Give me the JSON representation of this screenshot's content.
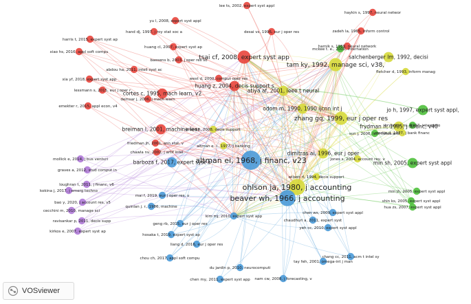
{
  "app": {
    "name": "VOSviewer"
  },
  "colors": {
    "red": "#e8453c",
    "yellow": "#d6d93a",
    "green": "#4fc03c",
    "blue": "#4a9ad8",
    "purple": "#b07ad8",
    "orange": "#f39c33"
  },
  "nodes": [
    {
      "label": "altman ei, 1968, j financ, v23",
      "cluster": "blue",
      "w": 5
    },
    {
      "label": "ohlson ja, 1980, j accounting",
      "cluster": "yellow",
      "w": 4
    },
    {
      "label": "beaver wh, 1966, j accounting",
      "cluster": "blue",
      "w": 4
    },
    {
      "label": "tam ky, 1992, manage sci, v38,",
      "cluster": "yellow",
      "w": 3
    },
    {
      "label": "salchenberger lm, 1992, decisi",
      "cluster": "yellow",
      "w": 2
    },
    {
      "label": "tsai cf, 2008, expert syst app",
      "cluster": "red",
      "w": 3
    },
    {
      "label": "huang z, 2004, decis support s",
      "cluster": "red",
      "w": 2
    },
    {
      "label": "atiya af, 2001, ieee t neural",
      "cluster": "yellow",
      "w": 2
    },
    {
      "label": "odom m, 1990, 1990 ijcnn int j",
      "cluster": "yellow",
      "w": 2
    },
    {
      "label": "zhang gq, 1999, eur j oper res",
      "cluster": "yellow",
      "w": 3
    },
    {
      "label": "jo h, 1997, expert syst appl,",
      "cluster": "green",
      "w": 2
    },
    {
      "label": "frydman h, 1985, j financ, v40",
      "cluster": "yellow",
      "w": 2
    },
    {
      "label": "breiman l, 2001, machine lear",
      "cluster": "red",
      "w": 2
    },
    {
      "label": "cortes c, 1995, mach learn, v2",
      "cluster": "red",
      "w": 2
    },
    {
      "label": "friedman jh, 2001, ann stat, v",
      "cluster": "red",
      "w": 1
    },
    {
      "label": "chawla nv, 2002, j artif intel",
      "cluster": "red",
      "w": 1
    },
    {
      "label": "altman e. i., 1977, j banking",
      "cluster": "yellow",
      "w": 1
    },
    {
      "label": "alfaro e, 2008, decis support",
      "cluster": "yellow",
      "w": 1
    },
    {
      "label": "martin d, 1977, j bank financ",
      "cluster": "yellow",
      "w": 1
    },
    {
      "label": "min sh, 2005, expert syst appl",
      "cluster": "green",
      "w": 2
    },
    {
      "label": "min jh, 2005, expert syst appl",
      "cluster": "green",
      "w": 1
    },
    {
      "label": "hua zs, 2007, expert syst appl",
      "cluster": "green",
      "w": 1
    },
    {
      "label": "shin ks, 2005, expert syst appl",
      "cluster": "green",
      "w": 1
    },
    {
      "label": "dimitras ai, 1996, eur j oper",
      "cluster": "yellow",
      "w": 2
    },
    {
      "label": "jones s, 2004, account rev, v",
      "cluster": "yellow",
      "w": 1
    },
    {
      "label": "barboza f, 2017, expert syst a",
      "cluster": "blue",
      "w": 2
    },
    {
      "label": "chen ws, 2009, expert syst appl",
      "cluster": "blue",
      "w": 1
    },
    {
      "label": "yeh cc, 2010, expert syst appl",
      "cluster": "blue",
      "w": 1
    },
    {
      "label": "geng rb, 2015, eur j oper res",
      "cluster": "blue",
      "w": 1
    },
    {
      "label": "hosaka t, 2019, expert syst ap",
      "cluster": "blue",
      "w": 1
    },
    {
      "label": "liang d, 2016, eur j oper res",
      "cluster": "blue",
      "w": 1
    },
    {
      "label": "chou ch, 2017, appl soft compu",
      "cluster": "blue",
      "w": 1
    },
    {
      "label": "du jardin p, 2010, neurocomputi",
      "cluster": "blue",
      "w": 1
    },
    {
      "label": "quinlan j. r., 1986, machine",
      "cluster": "blue",
      "w": 1
    },
    {
      "label": "chen my, 2011, expert syst app",
      "cluster": "blue",
      "w": 1
    },
    {
      "label": "kim mj, 2010, expert syst app",
      "cluster": "blue",
      "w": 1
    },
    {
      "label": "mai f, 2019, eur j oper res, v",
      "cluster": "blue",
      "w": 1
    },
    {
      "label": "mollick e, 2014, j bus venturi",
      "cluster": "purple",
      "w": 1
    },
    {
      "label": "graves a, 2012, stud comput in",
      "cluster": "purple",
      "w": 1
    },
    {
      "label": "loughran t, 2011, j financ, v6",
      "cluster": "purple",
      "w": 1
    },
    {
      "label": "kokina j, 2017, j emerg techno",
      "cluster": "purple",
      "w": 1
    },
    {
      "label": "bao y, 2020, j account res, v5",
      "cluster": "purple",
      "w": 1
    },
    {
      "label": "cecchini m, 2010, manage sci",
      "cluster": "purple",
      "w": 1
    },
    {
      "label": "ravisankar p, 2011, decis supp",
      "cluster": "purple",
      "w": 1
    },
    {
      "label": "kirkos e, 2007, expert syst ap",
      "cluster": "purple",
      "w": 1
    },
    {
      "label": "lessmann s, 2015, eur j oper r",
      "cluster": "red",
      "w": 1
    },
    {
      "label": "demsar j, 2006, j mach learn",
      "cluster": "red",
      "w": 1
    },
    {
      "label": "emekter r, 2015, appl econ, v4",
      "cluster": "red",
      "w": 1
    },
    {
      "label": "abdou ha, 2011, intell syst ac",
      "cluster": "red",
      "w": 1
    },
    {
      "label": "xia yf, 2018, expert syst app",
      "cluster": "red",
      "w": 1
    },
    {
      "label": "huang cl, 2007, expert syst ap",
      "cluster": "red",
      "w": 1
    },
    {
      "label": "harris t, 2015, expert syst ap",
      "cluster": "red",
      "w": 1
    },
    {
      "label": "lee ts, 2002, expert syst appl",
      "cluster": "red",
      "w": 1
    },
    {
      "label": "yu l, 2008, expert syst appl",
      "cluster": "red",
      "w": 1
    },
    {
      "label": "haykin s, 1997, neural networ",
      "cluster": "red",
      "w": 1
    },
    {
      "label": "baesens b, 2003, j oper res so",
      "cluster": "red",
      "w": 1
    },
    {
      "label": "hand dj, 1997, j roy stat soc a",
      "cluster": "red",
      "w": 1
    },
    {
      "label": "xiao hs, 2016, appl soft compu",
      "cluster": "red",
      "w": 1
    },
    {
      "label": "west d, 2000, comput oper res",
      "cluster": "red",
      "w": 1
    },
    {
      "label": "desai vs, 1996, eur j oper res",
      "cluster": "red",
      "w": 1
    },
    {
      "label": "zadeh la, 1965, inform control",
      "cluster": "red",
      "w": 1
    },
    {
      "label": "harnik s, 1989, neural network",
      "cluster": "red",
      "w": 1
    },
    {
      "label": "mckee t. e., 2000, internation",
      "cluster": "green",
      "w": 1
    },
    {
      "label": "fletcher d, 1993, inform manag",
      "cluster": "yellow",
      "w": 1
    },
    {
      "label": "sun j, 2006, lect notes artif",
      "cluster": "green",
      "w": 1
    },
    {
      "label": "bryant s. m., 1997, internatio",
      "cluster": "green",
      "w": 1
    },
    {
      "label": "chaudhuri a, 2011, expert syst",
      "cluster": "blue",
      "w": 1
    },
    {
      "label": "wilson rl, 1994, decis support",
      "cluster": "yellow",
      "w": 1
    },
    {
      "label": "tay feh, 2001, omega-int j man",
      "cluster": "blue",
      "w": 1
    },
    {
      "label": "nam cw, 2008, j forecasting, v",
      "cluster": "blue",
      "w": 1
    },
    {
      "label": "chang cc, 2011, acm t intel sy",
      "cluster": "blue",
      "w": 1
    }
  ]
}
